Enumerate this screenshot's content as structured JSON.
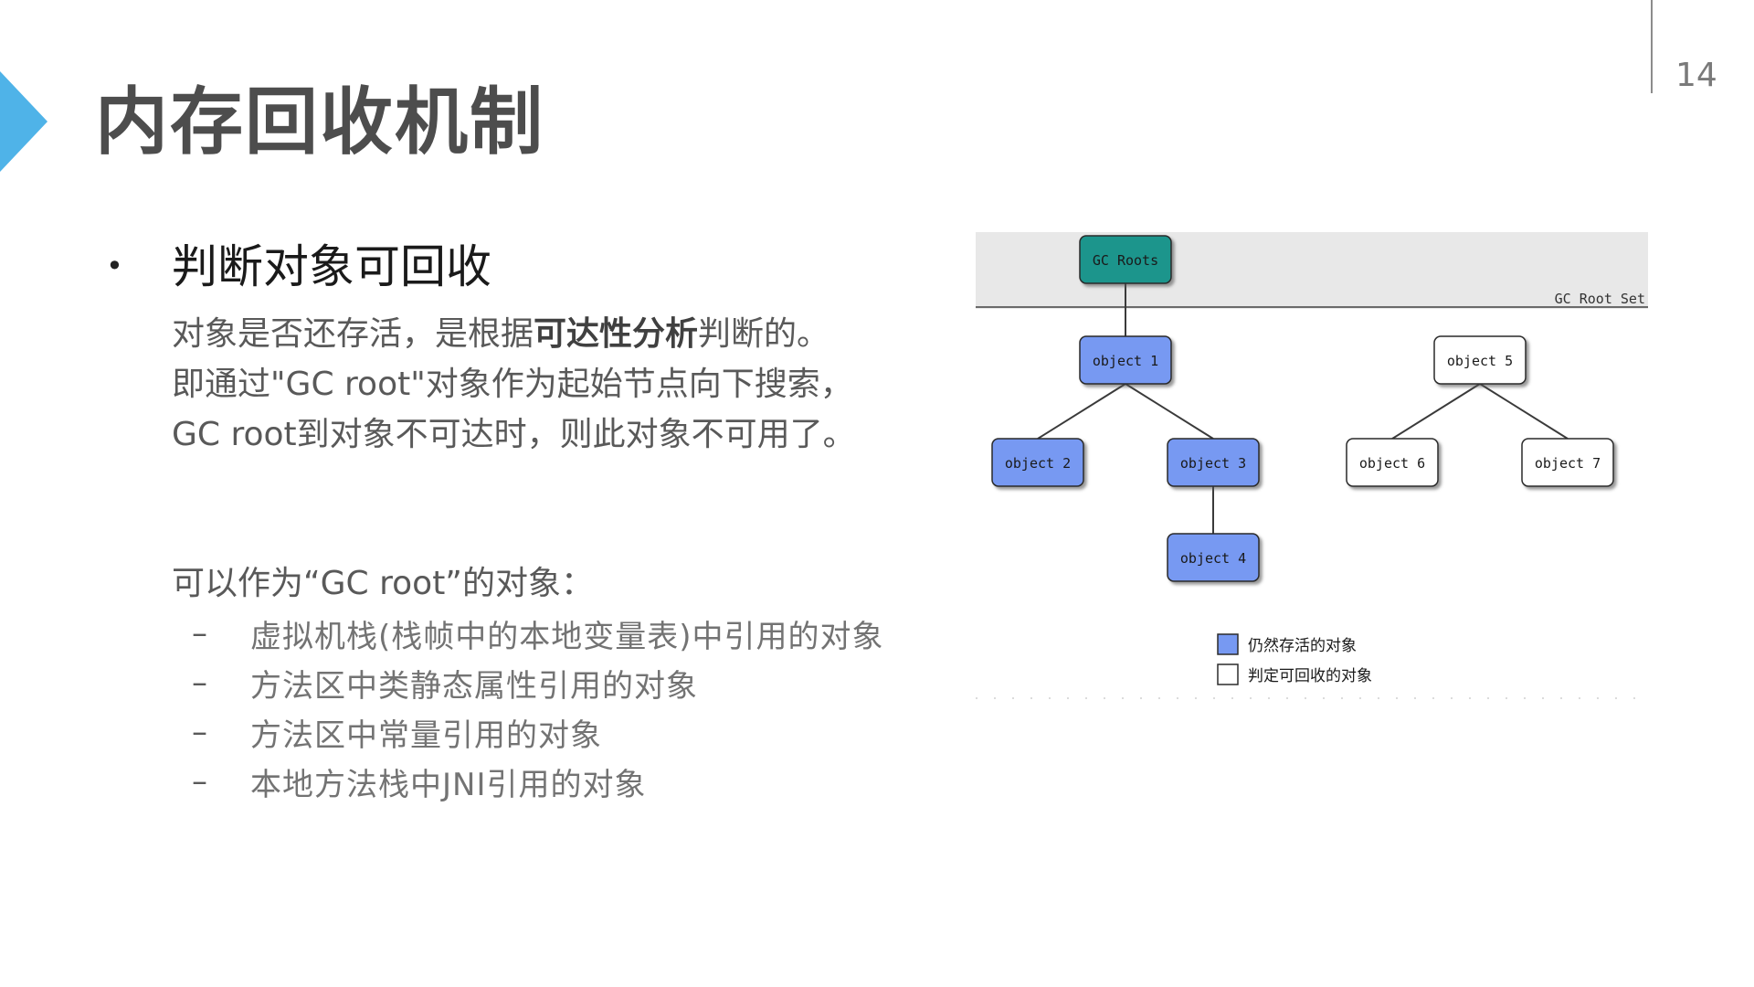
{
  "slide": {
    "title": "内存回收机制",
    "page_number": "14",
    "accent_color": "#4fb3e8"
  },
  "section": {
    "bullet": "•",
    "heading": "判断对象可回收",
    "line1_before": "对象是否还存活，是根据",
    "line1_bold": "可达性分析",
    "line1_after": "判断的。",
    "line2": "即通过\"GC root\"对象作为起始节点向下搜索，",
    "line3": "GC root到对象不可达时，则此对象不可用了。"
  },
  "gc_roots": {
    "heading": "可以作为“GC root”的对象：",
    "dash": "–",
    "items": [
      "虚拟机栈(栈帧中的本地变量表)中引用的对象",
      "方法区中类静态属性引用的对象",
      "方法区中常量引用的对象",
      "本地方法栈中JNI引用的对象"
    ]
  },
  "diagram": {
    "root_label": "GC Roots",
    "root_set_label": "GC Root Set",
    "nodes": {
      "obj1": "object 1",
      "obj2": "object 2",
      "obj3": "object 3",
      "obj4": "object 4",
      "obj5": "object 5",
      "obj6": "object 6",
      "obj7": "object 7"
    },
    "legend": {
      "alive": "仍然存活的对象",
      "collectable": "判定可回收的对象"
    },
    "colors": {
      "root": "#1e958c",
      "alive": "#7799f2",
      "collectable": "#ffffff",
      "band": "#e8e8e8"
    }
  }
}
